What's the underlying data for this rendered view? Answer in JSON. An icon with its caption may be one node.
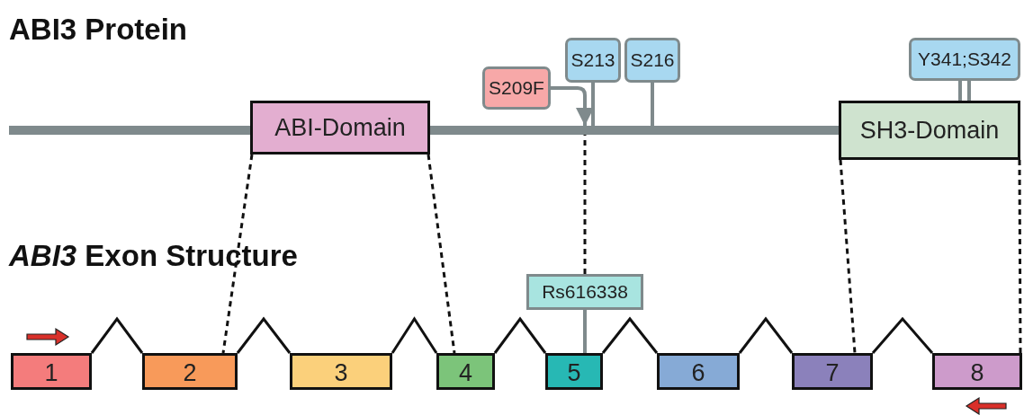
{
  "diagram": {
    "nodes": [
      {
        "text": [
          "S213"
        ]
      },
      {
        "text": [
          "S216"
        ]
      },
      {
        "text": [
          "Y341;S342"
        ]
      },
      {
        "text": [
          "S209F"
        ]
      },
      {
        "text": [],
        "shape": "bar"
      },
      {
        "text": [
          "ABI-Domain"
        ]
      },
      {
        "text": [
          "SH3-Domain"
        ]
      },
      {
        "text": [
          "Rs616338"
        ]
      },
      {
        "text": [
          "1"
        ]
      },
      {
        "text": [
          "2"
        ]
      },
      {
        "text": [
          "3"
        ]
      },
      {
        "text": [
          "4"
        ]
      },
      {
        "text": [
          "5"
        ]
      },
      {
        "text": [
          "6"
        ]
      },
      {
        "text": [
          "7"
        ]
      },
      {
        "text": [
          "8"
        ]
      }
    ],
    "edges": [
      {
        "from": 0,
        "to": 4,
        "arrow": "none",
        "color": "#7f8a8c"
      },
      {
        "from": 1,
        "to": 4,
        "arrow": "none",
        "color": "#7f8a8c"
      },
      {
        "from": 2,
        "to": 6,
        "arrow": "none",
        "color": "#7f8a8c"
      },
      {
        "from": 2,
        "to": 6,
        "arrow": "none",
        "color": "#7f8a8c"
      },
      {
        "from": 3,
        "to": 4,
        "arrow": "to",
        "color": "#7f8a8c"
      },
      {
        "from": 5,
        "to": 9,
        "arrow": "none",
        "style": "dashed"
      },
      {
        "from": 5,
        "to": 11,
        "arrow": "none",
        "style": "dashed"
      },
      {
        "from": 6,
        "to": 14,
        "arrow": "none",
        "style": "dashed"
      },
      {
        "from": 6,
        "to": 15,
        "arrow": "none",
        "style": "dashed"
      },
      {
        "from": 7,
        "to": 4,
        "arrow": "none",
        "style": "dashed"
      },
      {
        "from": 7,
        "to": 12,
        "arrow": "none",
        "color": "#7f8a8c"
      },
      {
        "from": 8,
        "to": 9,
        "arrow": "none"
      },
      {
        "from": 9,
        "to": 10,
        "arrow": "none"
      },
      {
        "from": 10,
        "to": 11,
        "arrow": "none"
      },
      {
        "from": 11,
        "to": 12,
        "arrow": "none"
      },
      {
        "from": 12,
        "to": 13,
        "arrow": "none"
      },
      {
        "from": 13,
        "to": 14,
        "arrow": "none"
      },
      {
        "from": 14,
        "to": 15,
        "arrow": "none"
      }
    ],
    "labels": [
      "ABI3 Protein",
      "*ABI3* Exon Structure"
    ]
  }
}
